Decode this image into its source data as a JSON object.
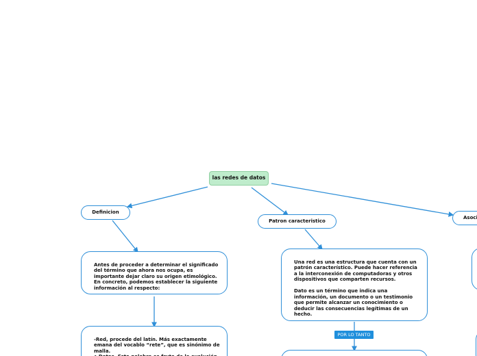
{
  "colors": {
    "edge": "#2f8fd8",
    "root_fill": "#bfeccc",
    "node_border": "#2f8fd8",
    "label_fill": "#1f8fdc"
  },
  "root": {
    "label": "las redes de datos"
  },
  "nodes": {
    "definicion": {
      "label": "Definicion"
    },
    "patron": {
      "label": "Patron caracteristico"
    },
    "asociacion": {
      "label": "Asoci"
    },
    "definicion_text": {
      "text": "Antes de proceder a determinar el significado del término que ahora nos ocupa, es importante dejar claro su origen etimológico. En concreto, podemos establecer la siguiente información al respecto:"
    },
    "etimologia_text": {
      "text": "-Red, procede del latín. Más exactamente emana del vocablo “rete”, que es sinónimo de malla.\n• Datos. Esta palabra es fruto de la evolución de la palabra latina “datum”, que"
    },
    "patron_text": {
      "text": "Una red es una estructura que cuenta con un patrón característico. Puede hacer referencia a la interconexión de computadoras y otros dispositivos que comparten recursos.\n\n Dato es un término que indica una información, un documento o un testimonio que permite alcanzar un conocimiento o deducir las consecuencias legítimas de un hecho."
    }
  },
  "link_labels": {
    "por_lo_tanto": "POR LO TANTO"
  }
}
